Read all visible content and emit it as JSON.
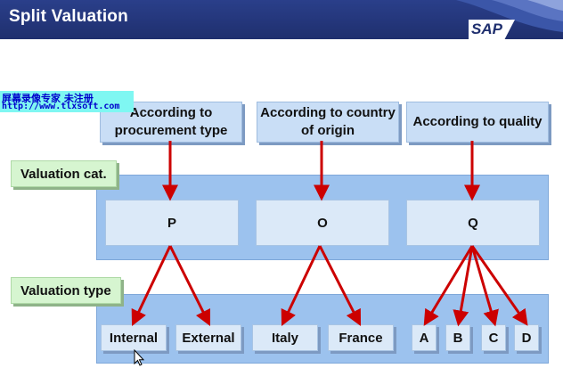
{
  "header": {
    "title": "Split Valuation",
    "logo": "SAP"
  },
  "watermark": {
    "line1": "屏幕录像专家      未注册",
    "line2": "http://www.tlxsoft.com"
  },
  "criteria": [
    "According to procurement type",
    "According to country of origin",
    "According to quality"
  ],
  "valuation_category": {
    "label": "Valuation cat.",
    "values": [
      "P",
      "O",
      "Q"
    ]
  },
  "valuation_type": {
    "label": "Valuation type",
    "values": [
      "Internal",
      "External",
      "Italy",
      "France",
      "A",
      "B",
      "C",
      "D"
    ]
  },
  "colors": {
    "header": "#1f2f6e",
    "arrow": "#cc0000",
    "band": "#9cc2ee",
    "tag": "#d6f5d0"
  }
}
